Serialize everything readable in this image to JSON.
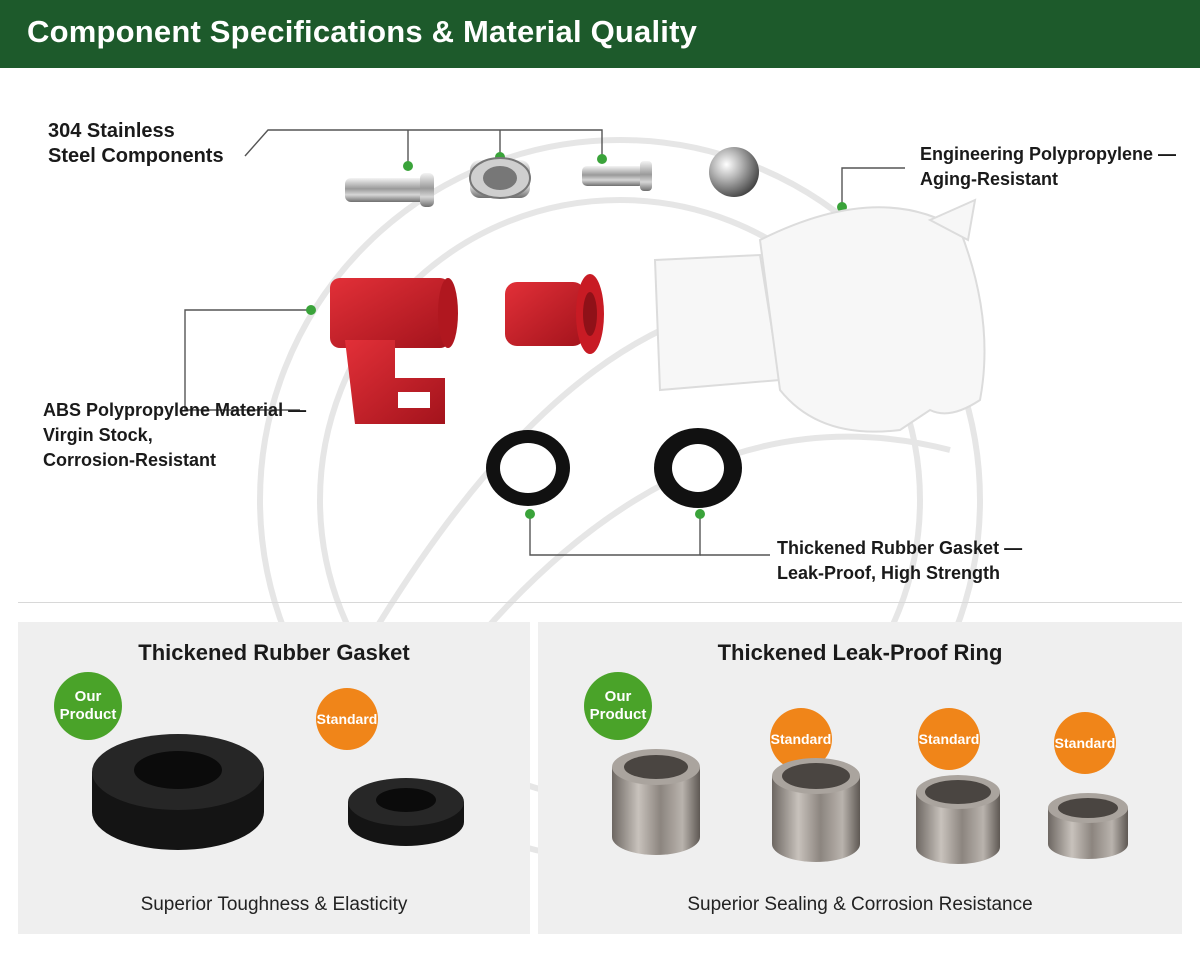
{
  "header": {
    "title": "Component Specifications & Material Quality",
    "bg_color": "#1d5a2b"
  },
  "callouts": {
    "steel": [
      "304 Stainless",
      "Steel Components"
    ],
    "polypropylene": [
      "Engineering Polypropylene —",
      "Aging-Resistant"
    ],
    "abs": [
      "ABS Polypropylene Material —",
      "Virgin Stock,",
      "Corrosion-Resistant"
    ],
    "gasket": [
      "Thickened Rubber Gasket —",
      "Leak-Proof, High Strength"
    ]
  },
  "panels": {
    "left": {
      "title": "Thickened Rubber Gasket",
      "badge_our": [
        "Our",
        "Product"
      ],
      "badge_standard": "Standard",
      "caption": "Superior Toughness & Elasticity"
    },
    "right": {
      "title": "Thickened Leak-Proof Ring",
      "badge_our": [
        "Our",
        "Product"
      ],
      "badge_standard": [
        "Standard",
        "Standard",
        "Standard"
      ],
      "caption": "Superior Sealing & Corrosion Resistance"
    }
  },
  "colors": {
    "accent_green": "#4aa329",
    "accent_orange": "#f08519",
    "part_red": "#d01f2a",
    "leader_dot": "#3aa33a"
  }
}
